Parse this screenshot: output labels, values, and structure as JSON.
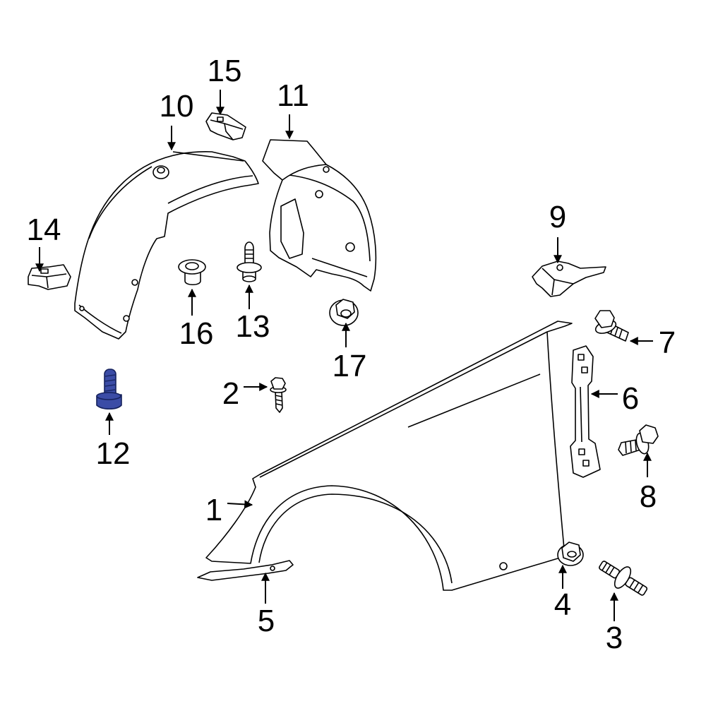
{
  "labels": [
    "1",
    "2",
    "3",
    "4",
    "5",
    "6",
    "7",
    "8",
    "9",
    "10",
    "11",
    "12",
    "13",
    "14",
    "15",
    "16",
    "17"
  ],
  "colors": {
    "highlight": "#3b4ca6",
    "line": "#000000",
    "background": "#ffffff"
  }
}
